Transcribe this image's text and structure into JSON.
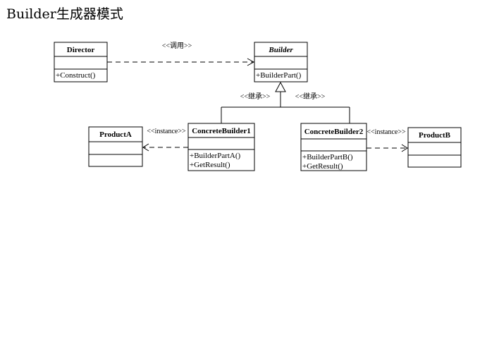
{
  "title": "Builder生成器模式",
  "classes": {
    "director": {
      "name": "Director",
      "operation": "+Construct()"
    },
    "builder": {
      "name": "Builder",
      "operation": "+BuilderPart()"
    },
    "concrete_builder1": {
      "name": "ConcreteBuilder1",
      "operations": [
        "+BuilderPartA()",
        "+GetResult()"
      ]
    },
    "concrete_builder2": {
      "name": "ConcreteBuilder2",
      "operations": [
        "+BuilderPartB()",
        "+GetResult()"
      ]
    },
    "product_a": {
      "name": "ProductA"
    },
    "product_b": {
      "name": "ProductB"
    }
  },
  "relations": {
    "director_builder": "<<调用>>",
    "inherit_left": "<<继承>>",
    "inherit_right": "<<继承>>",
    "instance_a": "<<instance>>",
    "instance_b": "<<instance>>"
  }
}
